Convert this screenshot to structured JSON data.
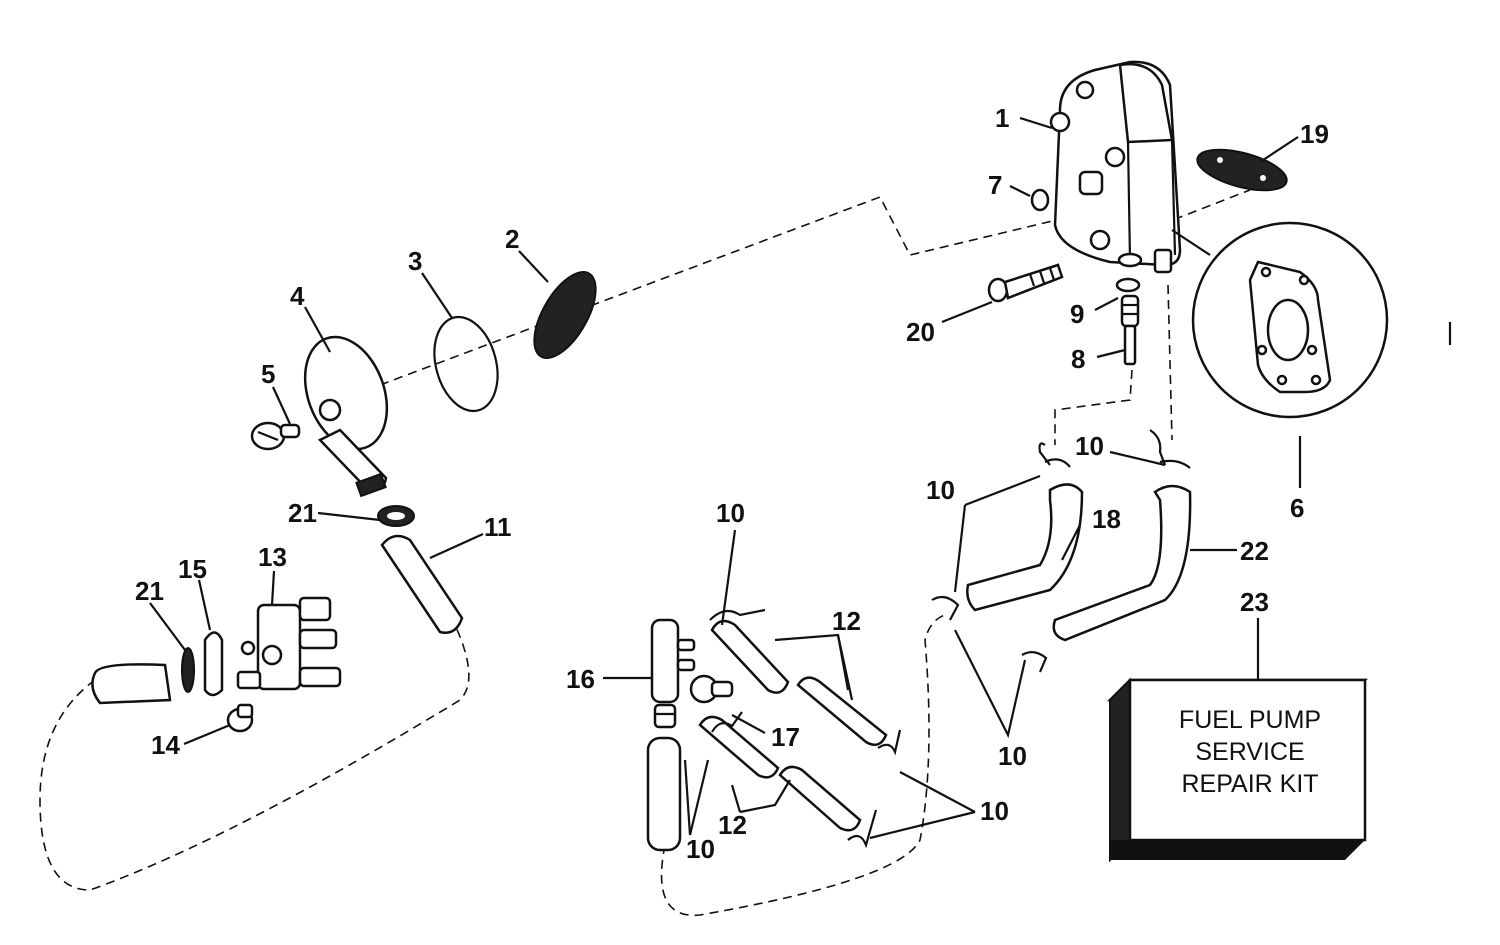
{
  "callouts": {
    "c1": "1",
    "c2": "2",
    "c3": "3",
    "c4": "4",
    "c5": "5",
    "c6": "6",
    "c7": "7",
    "c8": "8",
    "c9": "9",
    "c10a": "10",
    "c10b": "10",
    "c10c": "10",
    "c10d": "10",
    "c10e": "10",
    "c10f": "10",
    "c11": "11",
    "c12a": "12",
    "c12b": "12",
    "c13": "13",
    "c14": "14",
    "c15": "15",
    "c16": "16",
    "c17": "17",
    "c18": "18",
    "c19": "19",
    "c20": "20",
    "c21a": "21",
    "c21b": "21",
    "c22": "22",
    "c23": "23"
  },
  "kit_box": {
    "line1": "FUEL PUMP",
    "line2": "SERVICE",
    "line3": "REPAIR KIT"
  }
}
